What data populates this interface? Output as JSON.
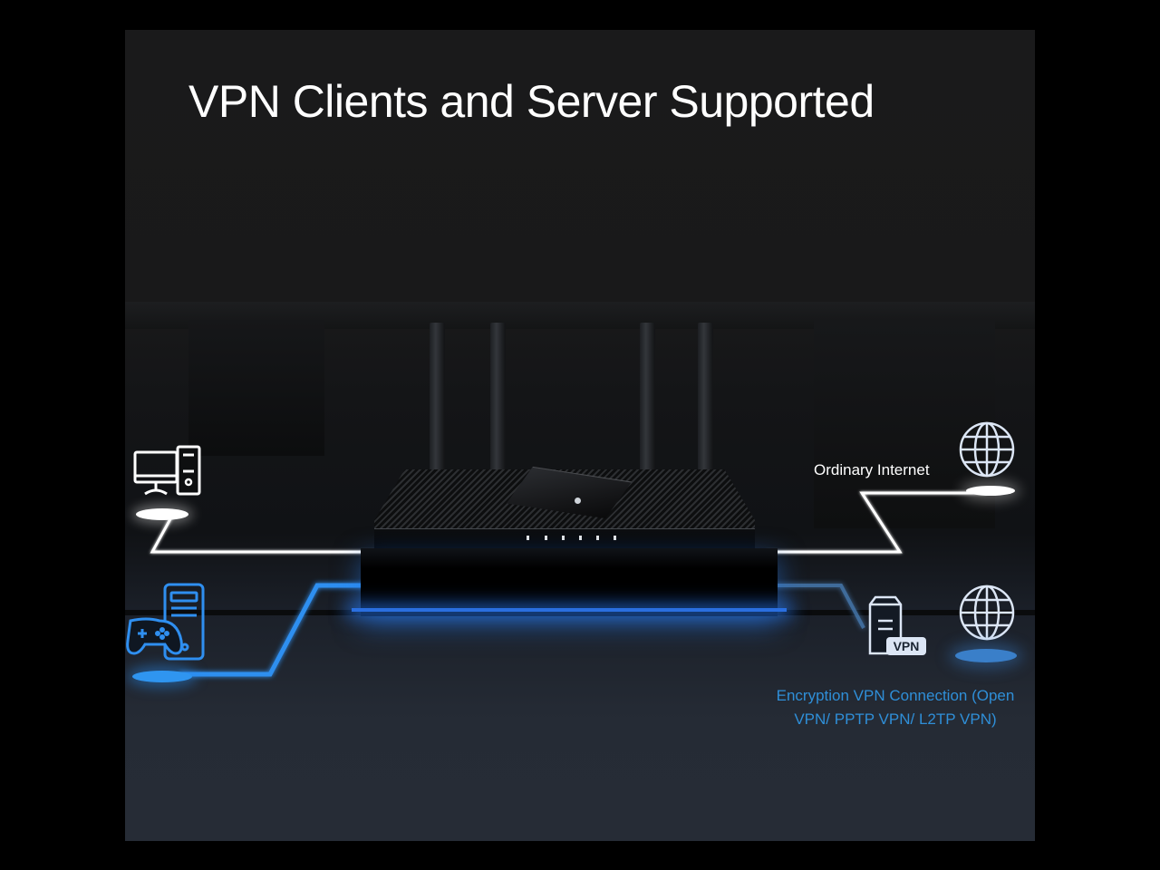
{
  "page": {
    "title": "VPN Clients and Server Supported"
  },
  "labels": {
    "ordinary_internet": "Ordinary Internet",
    "vpn_connection": "Encryption VPN Connection (Open VPN/ PPTP VPN/ L2TP VPN)",
    "vpn_badge": "VPN"
  },
  "devices": {
    "left_top": {
      "icon": "desktop-computer-icon",
      "connection": "ordinary"
    },
    "left_bottom": {
      "icon": "game-console-server-icon",
      "connection": "vpn"
    },
    "right_top": {
      "icon": "globe-icon",
      "connection": "ordinary"
    },
    "right_bottom": {
      "icon": "globe-icon",
      "connection": "vpn"
    },
    "vpn_server": {
      "icon": "vpn-server-icon"
    }
  },
  "router": {
    "antenna_count": 4,
    "status_leds": [
      "power",
      "internet",
      "wifi",
      "lan",
      "wan",
      "usb"
    ]
  },
  "colors": {
    "ordinary_line": "#ffffff",
    "vpn_line": "#2f8ff0",
    "vpn_text": "#2f8fd8",
    "background": "#1a1a1b"
  }
}
